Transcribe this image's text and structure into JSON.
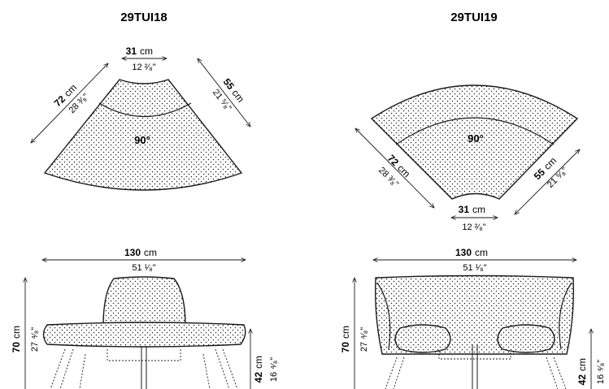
{
  "models": [
    {
      "code": "29TUI18",
      "seat_angle": "90°",
      "top": {
        "w_val": "31",
        "w_unit": "cm",
        "w_in": "12 ²⁄₈\""
      },
      "left": {
        "val": "72",
        "unit": "cm",
        "inch": "28 ³⁄₈\""
      },
      "right": {
        "val": "55",
        "unit": "cm",
        "inch": "21 ⁵⁄₈\""
      },
      "front_width": {
        "val": "130",
        "unit": "cm",
        "inch": "51 ¹⁄₈\""
      },
      "height": {
        "val": "70",
        "unit": "cm",
        "inch": "27 ⁴⁄₈\""
      },
      "seat_height": {
        "val": "42",
        "unit": "cm",
        "inch": "16 ⁴⁄₈\""
      }
    },
    {
      "code": "29TUI19",
      "seat_angle": "90°",
      "bottom": {
        "w_val": "31",
        "w_unit": "cm",
        "w_in": "12 ²⁄₈\""
      },
      "left": {
        "val": "72",
        "unit": "cm",
        "inch": "28 ³⁄₈\""
      },
      "right": {
        "val": "55",
        "unit": "cm",
        "inch": "21 ⁵⁄₈\""
      },
      "front_width": {
        "val": "130",
        "unit": "cm",
        "inch": "51 ¹⁄₈\""
      },
      "height": {
        "val": "70",
        "unit": "cm",
        "inch": "27 ⁴⁄₈\""
      },
      "seat_height": {
        "val": "42",
        "unit": "cm",
        "inch": "16 ⁴⁄₈\""
      }
    }
  ]
}
